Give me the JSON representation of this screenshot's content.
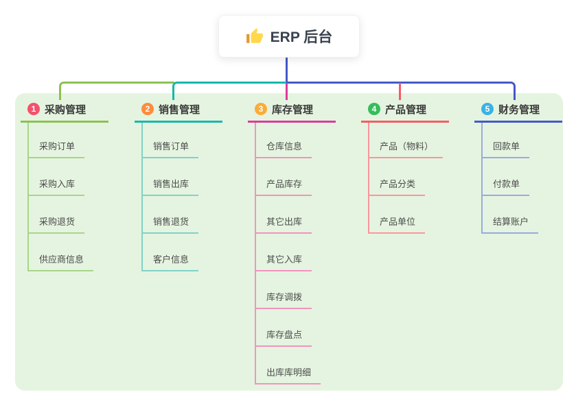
{
  "root": {
    "title": "ERP 后台",
    "icon": "thumbs-up-icon"
  },
  "colors": {
    "panel_background": "#e5f4e0",
    "root_line": "#4458c9",
    "root_text": "#39414f",
    "thumb_hand": "#ffd84d",
    "thumb_cuff": "#e09b2d"
  },
  "branches": [
    {
      "index": "1",
      "label": "采购管理",
      "badge_color": "#f4516c",
      "line_color": "#8cc152",
      "child_line_color": "#a8d489",
      "children": [
        "采购订单",
        "采购入库",
        "采购退货",
        "供应商信息"
      ]
    },
    {
      "index": "2",
      "label": "销售管理",
      "badge_color": "#fc8d3c",
      "line_color": "#16b8ab",
      "child_line_color": "#7fd2c7",
      "children": [
        "销售订单",
        "销售出库",
        "销售退货",
        "客户信息"
      ]
    },
    {
      "index": "3",
      "label": "库存管理",
      "badge_color": "#fbac38",
      "line_color": "#dc3a9d",
      "child_line_color": "#f292be",
      "children": [
        "仓库信息",
        "产品库存",
        "其它出库",
        "其它入库",
        "库存调拨",
        "库存盘点",
        "出库库明细"
      ]
    },
    {
      "index": "4",
      "label": "产品管理",
      "badge_color": "#36bd5b",
      "line_color": "#f85a64",
      "child_line_color": "#fa959d",
      "children": [
        "产品（物料）",
        "产品分类",
        "产品单位"
      ]
    },
    {
      "index": "5",
      "label": "财务管理",
      "badge_color": "#3ab2e5",
      "line_color": "#4458c9",
      "child_line_color": "#98aadf",
      "children": [
        "回款单",
        "付款单",
        "结算账户"
      ]
    }
  ]
}
